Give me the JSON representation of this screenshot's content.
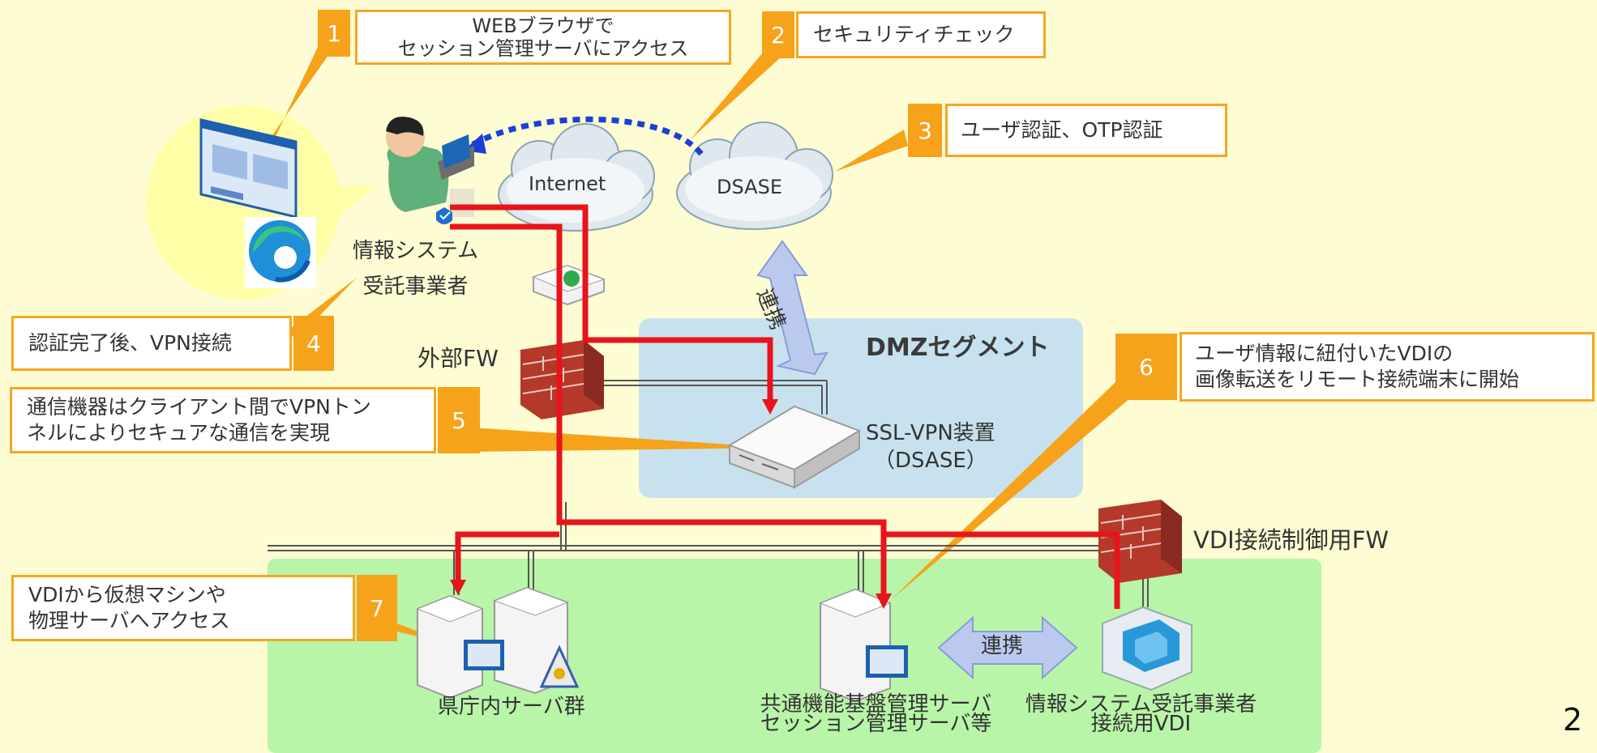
{
  "callouts": [
    {
      "num": "1",
      "text": "WEBブラウザで\nセッション管理サーバにアクセス"
    },
    {
      "num": "2",
      "text": "セキュリティチェック"
    },
    {
      "num": "3",
      "text": "ユーザ認証、OTP認証"
    },
    {
      "num": "4",
      "text": "認証完了後、VPN接続"
    },
    {
      "num": "5",
      "text": "通信機器はクライアント間でVPNトン\nネルによりセキュアな通信を実現"
    },
    {
      "num": "6",
      "text": "ユーザ情報に紐付いたVDIの\n画像転送をリモート接続端末に開始"
    },
    {
      "num": "7",
      "text": "VDIから仮想マシンや\n物理サーバへアクセス"
    }
  ],
  "zones": {
    "dmz_title": "DMZセグメント"
  },
  "clouds": {
    "internet": "Internet",
    "dsase": "DSASE"
  },
  "labels": {
    "user": "情報システム\n受託事業者",
    "external_fw": "外部FW",
    "sslvpn": "SSL-VPN装置\n（DSASE）",
    "vdi_fw": "VDI接続制御用FW",
    "servers": "県庁内サーバ群",
    "mgmt_server": "共通機能基盤管理サーバ\nセッション管理サーバ等",
    "vdi": "情報システム受託事業者\n接続用VDI"
  },
  "arrows": {
    "renkei_top": "連携",
    "renkei_bottom": "連携"
  },
  "page_number": "2",
  "colors": {
    "accent": "#f7a21b",
    "vpn_line": "#e8141b",
    "dmz": "#c7e2ee",
    "lan": "#b8f5a8",
    "background": "#fefcd3"
  }
}
